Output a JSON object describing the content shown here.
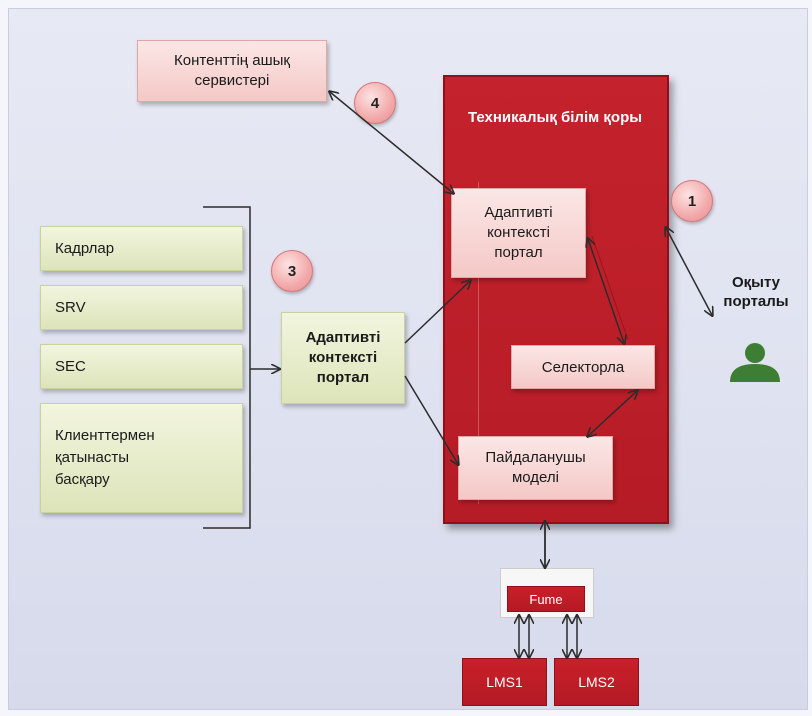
{
  "nodes": {
    "open_services": "Контенттің ашық сервистері",
    "tech_base": "Техникалық білім қоры",
    "adaptive_portal_inner": "Адаптивті контексті портал",
    "selector": "Селекторла",
    "user_model": "Пайдаланушы моделі",
    "adaptive_portal_outer": "Адаптивті контексті портал",
    "learning_portal": "Оқыту порталы",
    "gate": "Fume",
    "lms1": "LMS1",
    "lms2": "LMS2"
  },
  "left_list": [
    "Кадрлар",
    "SRV",
    "SEC",
    "Клиенттермен қатынасты басқару"
  ],
  "badges": [
    "1",
    "3",
    "4"
  ],
  "colors": {
    "red": "#c4222c",
    "pink": "#f4c8c6",
    "green": "#dde4b9",
    "background": "#e3e5f2"
  }
}
